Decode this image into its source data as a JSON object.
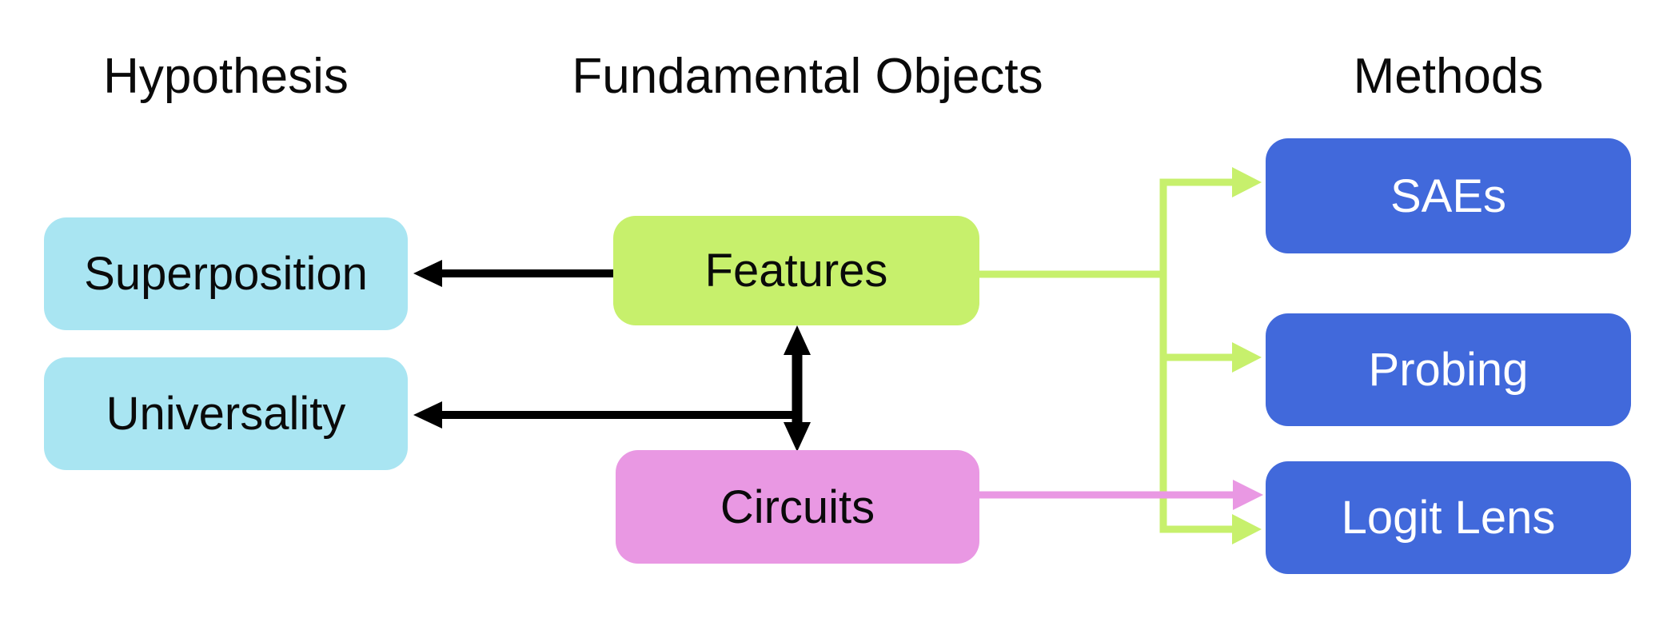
{
  "headers": {
    "hypothesis": "Hypothesis",
    "fundamental_objects": "Fundamental Objects",
    "methods": "Methods"
  },
  "nodes": {
    "superposition": "Superposition",
    "universality": "Universality",
    "features": "Features",
    "circuits": "Circuits",
    "saes": "SAEs",
    "probing": "Probing",
    "logit_lens": "Logit Lens"
  },
  "edges": [
    {
      "from": "Features",
      "to": "Superposition",
      "color": "black",
      "arrow": "single"
    },
    {
      "from": "Features",
      "to": "Circuits",
      "color": "black",
      "arrow": "double"
    },
    {
      "from": "Features-Circuits link",
      "to": "Universality",
      "color": "black",
      "arrow": "single"
    },
    {
      "from": "Features",
      "to": "SAEs",
      "color": "green",
      "arrow": "single"
    },
    {
      "from": "Features",
      "to": "Probing",
      "color": "green",
      "arrow": "single"
    },
    {
      "from": "Features",
      "to": "Logit Lens",
      "color": "green",
      "arrow": "single"
    },
    {
      "from": "Circuits",
      "to": "Logit Lens",
      "color": "pink",
      "arrow": "single"
    }
  ],
  "colors": {
    "background": "#ffffff",
    "text": "#0a0a0a",
    "hypothesis_box": "#a9e5f2",
    "features_box": "#c7f06c",
    "circuits_box": "#e998e3",
    "methods_box": "#4169db",
    "methods_text": "#ffffff",
    "arrow_black": "#000000",
    "features_arrow": "#c7f06c",
    "circuits_arrow": "#e998e3"
  }
}
